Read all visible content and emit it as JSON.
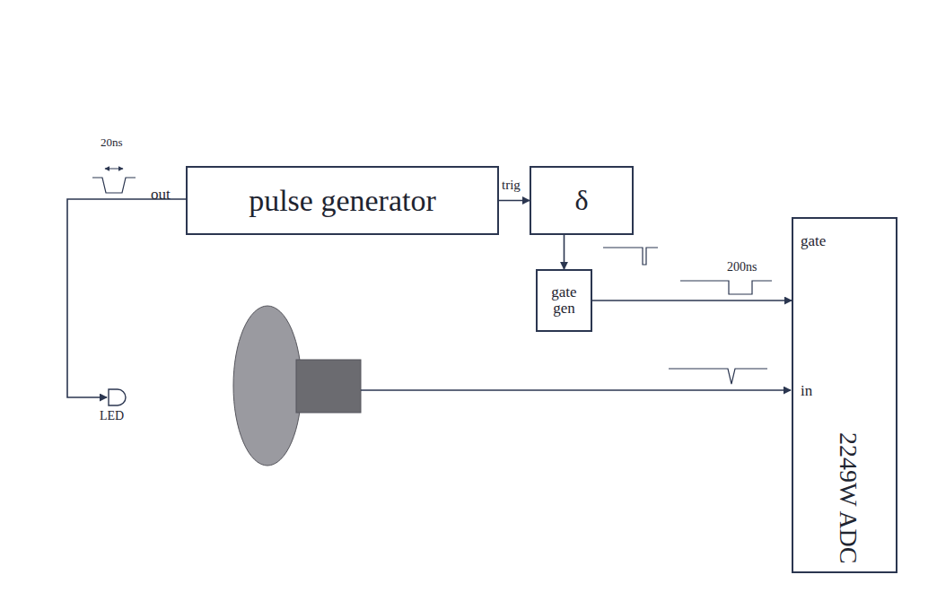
{
  "diagram": {
    "nodes": [
      {
        "text": [
          "pulse generator"
        ]
      },
      {
        "text": [
          "δ"
        ]
      },
      {
        "text": [
          "gate gen"
        ]
      },
      {
        "text": [
          "gate",
          "in",
          "2249W ADC"
        ]
      }
    ],
    "edges": [
      {
        "from": 0,
        "to": 1,
        "arrow": "to"
      },
      {
        "from": 1,
        "to": 2,
        "arrow": "to"
      },
      {
        "from": 2,
        "to": 3,
        "arrow": "to"
      }
    ],
    "labels": [
      "20ns",
      "out",
      "trig",
      "200ns",
      "LED"
    ]
  }
}
